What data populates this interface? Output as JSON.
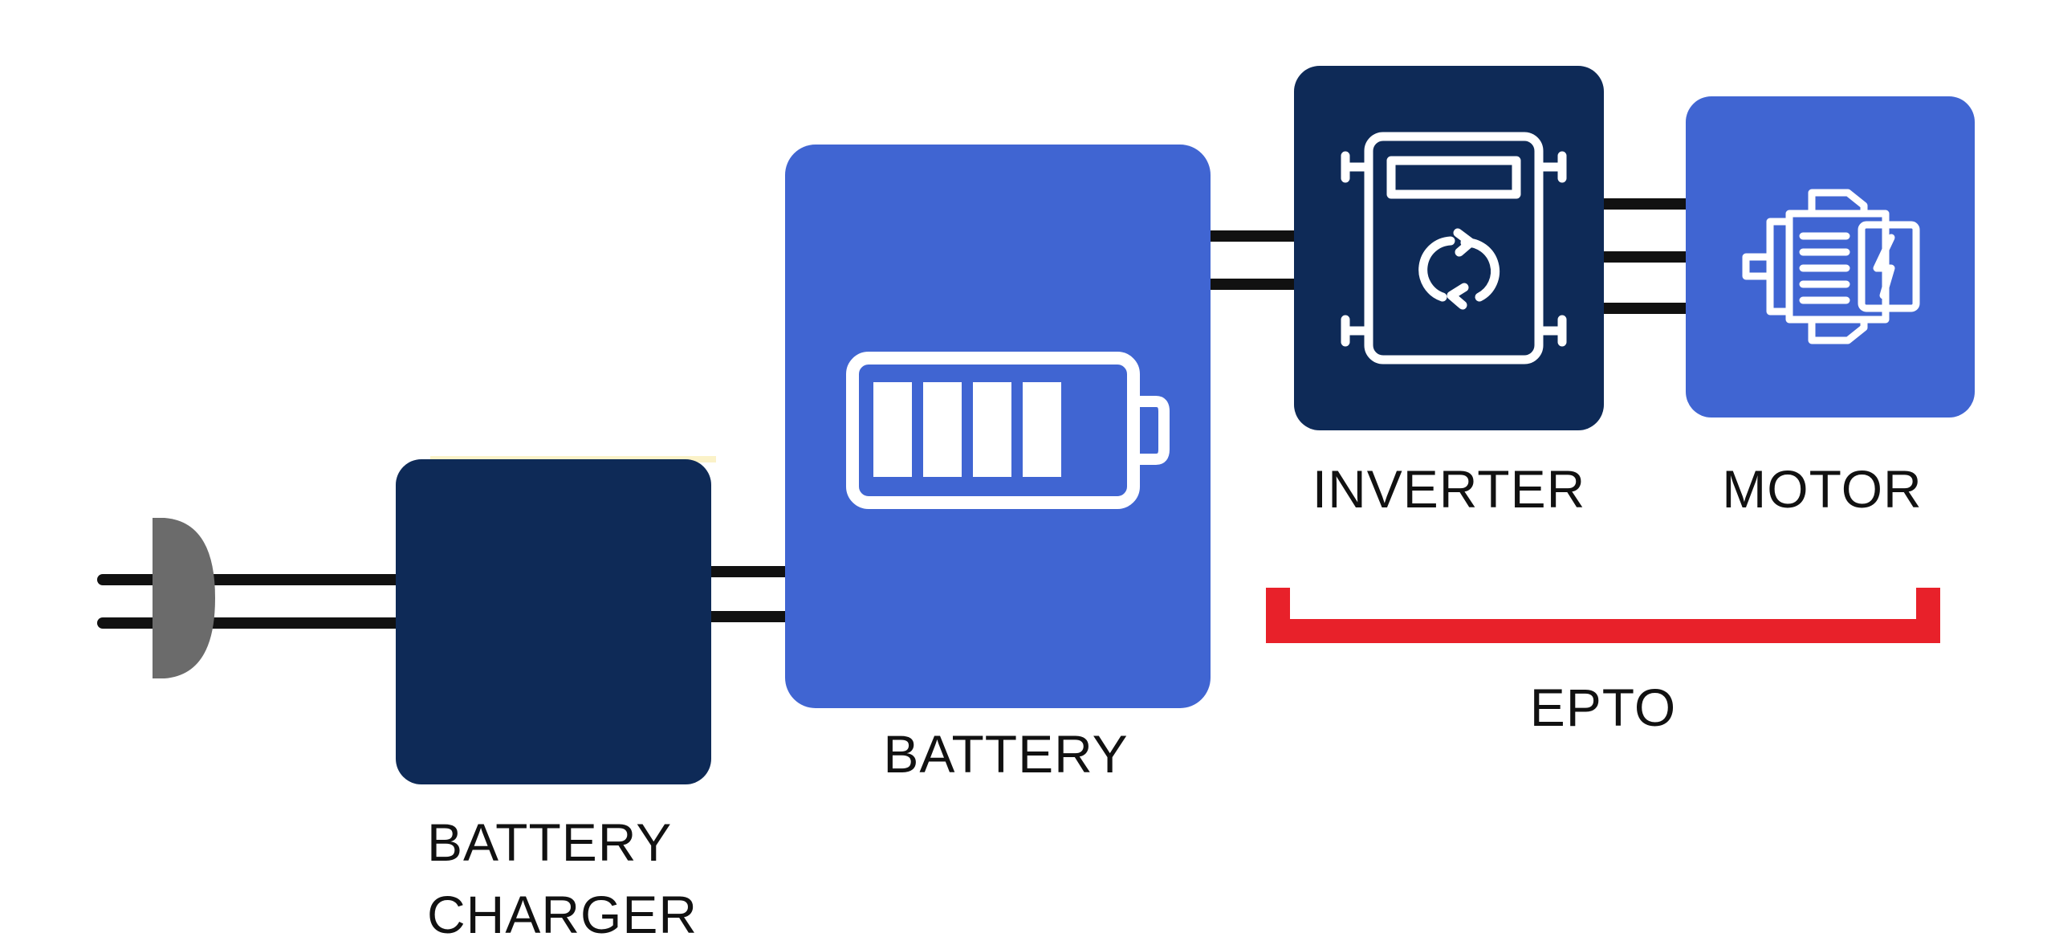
{
  "labels": {
    "charger_line1": "BATTERY",
    "charger_line2": "CHARGER",
    "battery": "BATTERY",
    "inverter": "INVERTER",
    "motor": "MOTOR",
    "epto": "EPTO"
  },
  "colors": {
    "navy": "#0e2a57",
    "blue": "#4065d2",
    "red": "#e8212a",
    "wire": "#111111",
    "plug": "#6b6b6b",
    "white": "#ffffff"
  },
  "icons": {
    "plug": "plug-icon",
    "battery": "battery-icon",
    "inverter": "inverter-icon",
    "motor": "motor-icon"
  }
}
